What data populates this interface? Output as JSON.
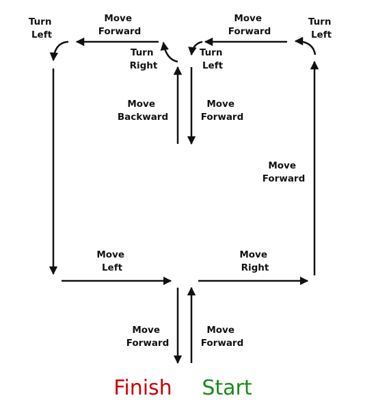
{
  "diagram": {
    "start": "Start",
    "finish": "Finish",
    "labels": {
      "move_forward_bottom_right": [
        "Move",
        "Forward"
      ],
      "move_forward_bottom_left": [
        "Move",
        "Forward"
      ],
      "move_right": [
        "Move",
        "Right"
      ],
      "move_left": [
        "Move",
        "Left"
      ],
      "move_forward_right_side": [
        "Move",
        "Forward"
      ],
      "turn_left_top_right": [
        "Turn",
        "Left"
      ],
      "move_forward_top_right": [
        "Move",
        "Forward"
      ],
      "turn_left_top_center": [
        "Turn",
        "Left"
      ],
      "move_forward_center_down": [
        "Move",
        "Forward"
      ],
      "move_backward_center_up": [
        "Move",
        "Backward"
      ],
      "turn_right_top_center": [
        "Turn",
        "Right"
      ],
      "move_forward_top_left": [
        "Move",
        "Forward"
      ],
      "turn_left_top_left": [
        "Turn",
        "Left"
      ]
    },
    "colors": {
      "start": "#1a8a1a",
      "finish": "#cc0000",
      "arrow": "#111111"
    }
  }
}
